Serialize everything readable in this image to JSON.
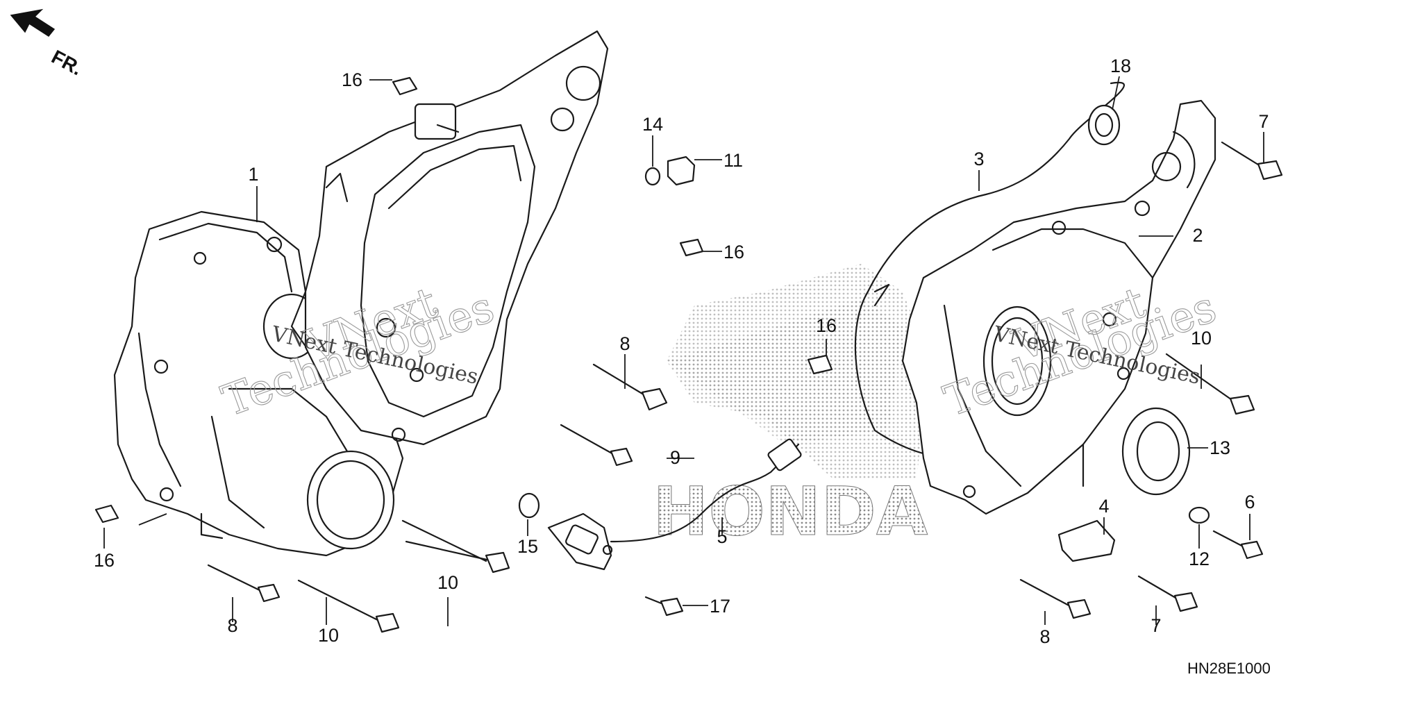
{
  "direction": {
    "label": "FR.",
    "icon": "front-direction-arrow-icon"
  },
  "diagram_code": "HN28E1000",
  "watermark": {
    "text": "VNext Technologies",
    "line_one": "VNext",
    "line_two": "Technologies",
    "logo_text": "HONDA"
  },
  "callouts": [
    {
      "id": "c1",
      "label": "1"
    },
    {
      "id": "c2",
      "label": "2"
    },
    {
      "id": "c3",
      "label": "3"
    },
    {
      "id": "c4",
      "label": "4"
    },
    {
      "id": "c5",
      "label": "5"
    },
    {
      "id": "c6",
      "label": "6"
    },
    {
      "id": "c7a",
      "label": "7"
    },
    {
      "id": "c7b",
      "label": "7"
    },
    {
      "id": "c8a",
      "label": "8"
    },
    {
      "id": "c8b",
      "label": "8"
    },
    {
      "id": "c8c",
      "label": "8"
    },
    {
      "id": "c9",
      "label": "9"
    },
    {
      "id": "c10a",
      "label": "10"
    },
    {
      "id": "c10b",
      "label": "10"
    },
    {
      "id": "c10c",
      "label": "10"
    },
    {
      "id": "c11",
      "label": "11"
    },
    {
      "id": "c12",
      "label": "12"
    },
    {
      "id": "c13",
      "label": "13"
    },
    {
      "id": "c14",
      "label": "14"
    },
    {
      "id": "c15",
      "label": "15"
    },
    {
      "id": "c16a",
      "label": "16"
    },
    {
      "id": "c16b",
      "label": "16"
    },
    {
      "id": "c16c",
      "label": "16"
    },
    {
      "id": "c16d",
      "label": "16"
    },
    {
      "id": "c17",
      "label": "17"
    },
    {
      "id": "c18",
      "label": "18"
    }
  ]
}
